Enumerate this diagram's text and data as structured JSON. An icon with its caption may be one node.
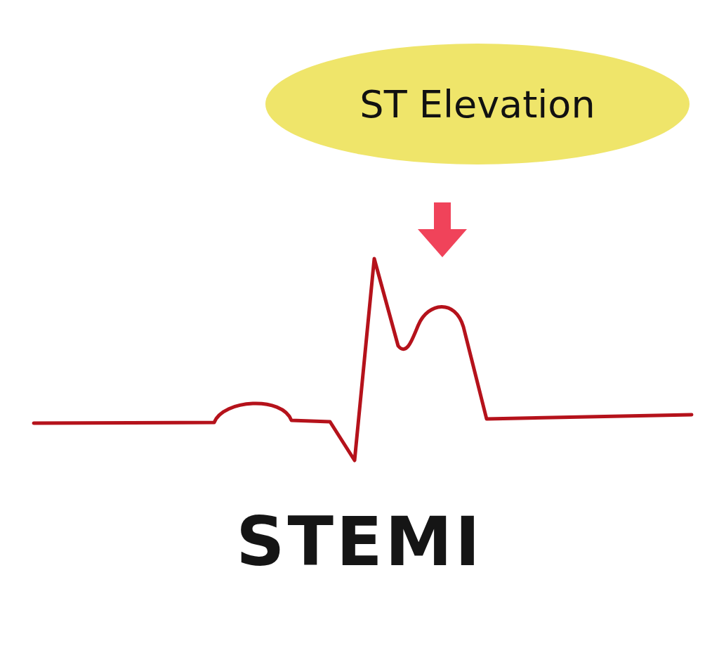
{
  "diagram": {
    "caption": "STEMI",
    "nodes": [
      {
        "text": [
          "ST Elevation"
        ]
      },
      {
        "text": [],
        "shape": "picture"
      }
    ],
    "edges": [
      {
        "from": null,
        "to": 1,
        "arrow": "to"
      }
    ]
  }
}
